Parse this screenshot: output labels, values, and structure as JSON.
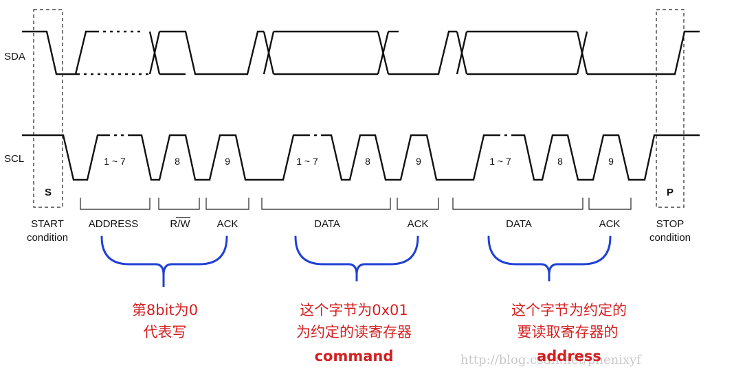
{
  "signals": {
    "sda": "SDA",
    "scl": "SCL"
  },
  "conditions": {
    "start_marker": "S",
    "stop_marker": "P",
    "start_line1": "START",
    "start_line2": "condition",
    "stop_line1": "STOP",
    "stop_line2": "condition"
  },
  "bits": {
    "address": "1 ~ 7",
    "rw": "8",
    "ack1": "9",
    "data1_range": "1 ~ 7",
    "data1_bit8": "8",
    "ack2": "9",
    "data2_range": "1 ~ 7",
    "data2_bit8": "8",
    "ack3": "9"
  },
  "segments": {
    "address": "ADDRESS",
    "rw": "R/W",
    "ack1": "ACK",
    "data1": "DATA",
    "ack2": "ACK",
    "data2": "DATA",
    "ack3": "ACK"
  },
  "annotations": {
    "note1_line1": "第8bit为0",
    "note1_line2": "代表写",
    "note2_line1": "这个字节为0x01",
    "note2_line2": "为约定的读寄存器",
    "note2_line3": "command",
    "note3_line1": "这个字节为约定的",
    "note3_line2": "要读取寄存器的",
    "note3_line3": "address"
  },
  "watermark": "http://blog.csdn.net/phenixyf",
  "colors": {
    "annotation": "#d42020",
    "brace": "#1f3fd6",
    "line": "#111111"
  }
}
